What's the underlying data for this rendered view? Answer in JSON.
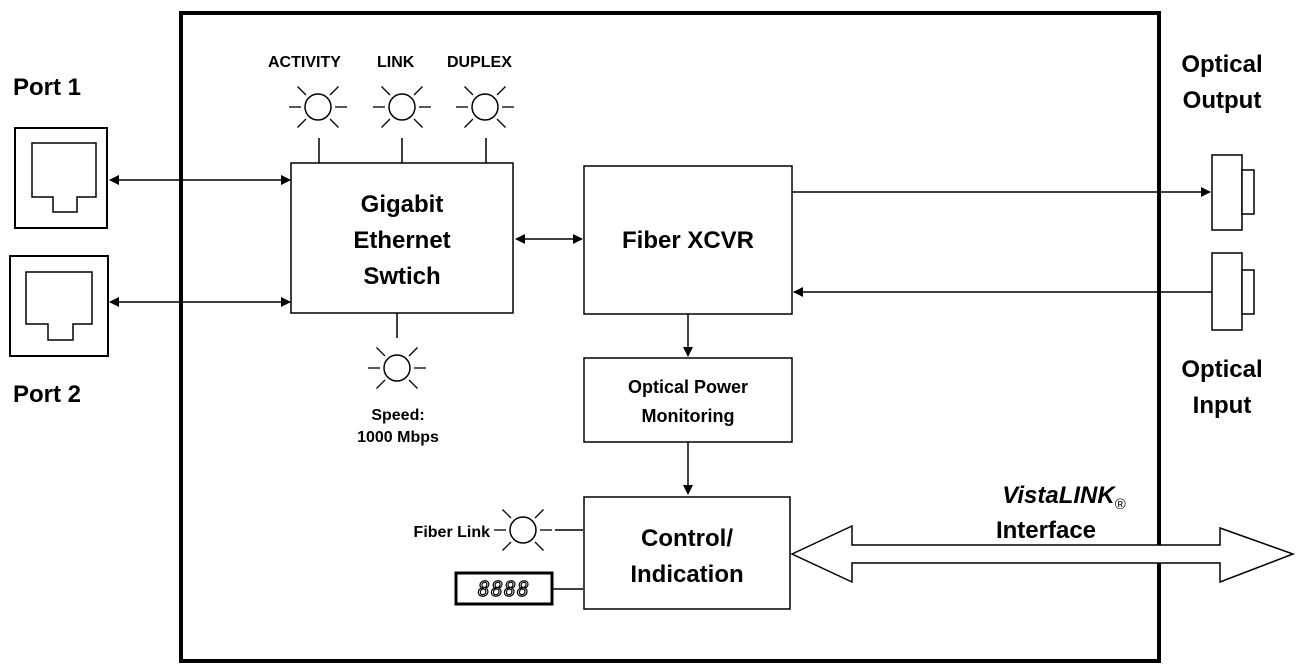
{
  "ports": {
    "port1": "Port 1",
    "port2": "Port 2"
  },
  "leds": {
    "activity": "ACTIVITY",
    "link": "LINK",
    "duplex": "DUPLEX",
    "speed_line1": "Speed:",
    "speed_line2": "1000 Mbps",
    "fiber_link": "Fiber Link"
  },
  "blocks": {
    "switch_line1": "Gigabit",
    "switch_line2": "Ethernet",
    "switch_line3": "Swtich",
    "xcvr": "Fiber XCVR",
    "opm_line1": "Optical Power",
    "opm_line2": "Monitoring",
    "ctrl_line1": "Control/",
    "ctrl_line2": "Indication"
  },
  "optical": {
    "output_line1": "Optical",
    "output_line2": "Output",
    "input_line1": "Optical",
    "input_line2": "Input"
  },
  "interface": {
    "brand": "VistaLINK",
    "registered": "®",
    "label": "Interface"
  },
  "display": {
    "digits": "8888"
  },
  "colors": {
    "stroke": "#000000",
    "background": "#ffffff"
  }
}
